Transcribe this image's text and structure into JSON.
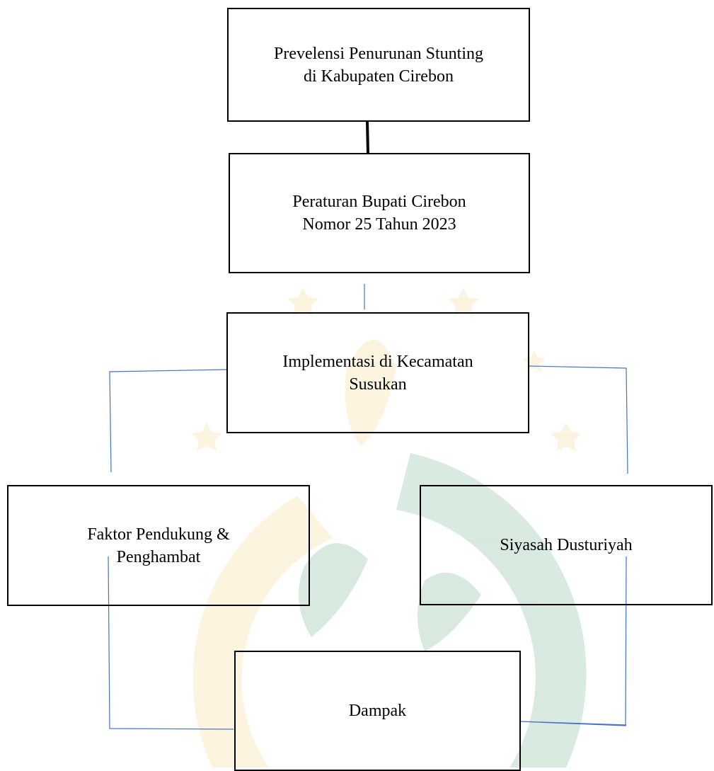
{
  "diagram": {
    "colors": {
      "box_border": "#000000",
      "solid_connector": "#000000",
      "thin_connector": "#4472c4",
      "watermark_gold": "#f2c14e",
      "watermark_green": "#2e8b57"
    },
    "nodes": {
      "prevalence": {
        "label": "Prevelensi Penurunan Stunting\ndi Kabupaten Cirebon"
      },
      "regulation": {
        "label": "Peraturan Bupati Cirebon\nNomor 25 Tahun 2023"
      },
      "implementation": {
        "label": "Implementasi di Kecamatan\nSusukan"
      },
      "factors": {
        "label": "Faktor Pendukung &\nPenghambat"
      },
      "siyasah": {
        "label": "Siyasah Dusturiyah"
      },
      "impact": {
        "label": "Dampak"
      }
    }
  }
}
